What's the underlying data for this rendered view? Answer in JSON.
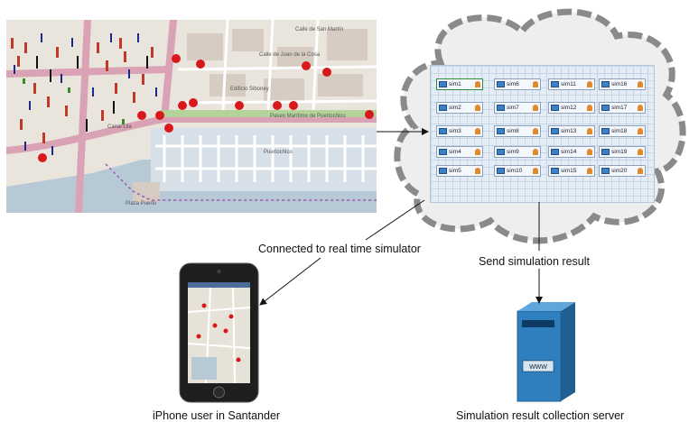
{
  "labels": {
    "connected": "Connected to real time simulator",
    "send_result": "Send simulation result",
    "iphone_user": "iPhone user in Santander",
    "server": "Simulation result collection server"
  },
  "map": {
    "streets": [
      "Calle de Juan de la Cosa",
      "Paseo Marítimo de Puertochico",
      "Puertochico",
      "Calle de San Martín"
    ],
    "places": [
      "Edificio Siboney",
      "Canal Lila",
      "Plaza Puerto",
      "Puertochico"
    ]
  },
  "simulators": [
    "sim1",
    "sim2",
    "sim3",
    "sim4",
    "sim5",
    "sim6",
    "sim7",
    "sim8",
    "sim9",
    "sim10",
    "sim11",
    "sim12",
    "sim13",
    "sim14",
    "sim15",
    "sim16",
    "sim17",
    "sim18",
    "sim19",
    "sim20"
  ],
  "server_screen_text": "WWW",
  "colors": {
    "map_land": "#e9e5dc",
    "water": "#b8c9d6",
    "cloud_fill": "#eeeeee",
    "cloud_dash": "#888888",
    "grid_bg": "#e4edf6",
    "server_blue": "#2f7fbf",
    "car_red": "#d7191c"
  }
}
